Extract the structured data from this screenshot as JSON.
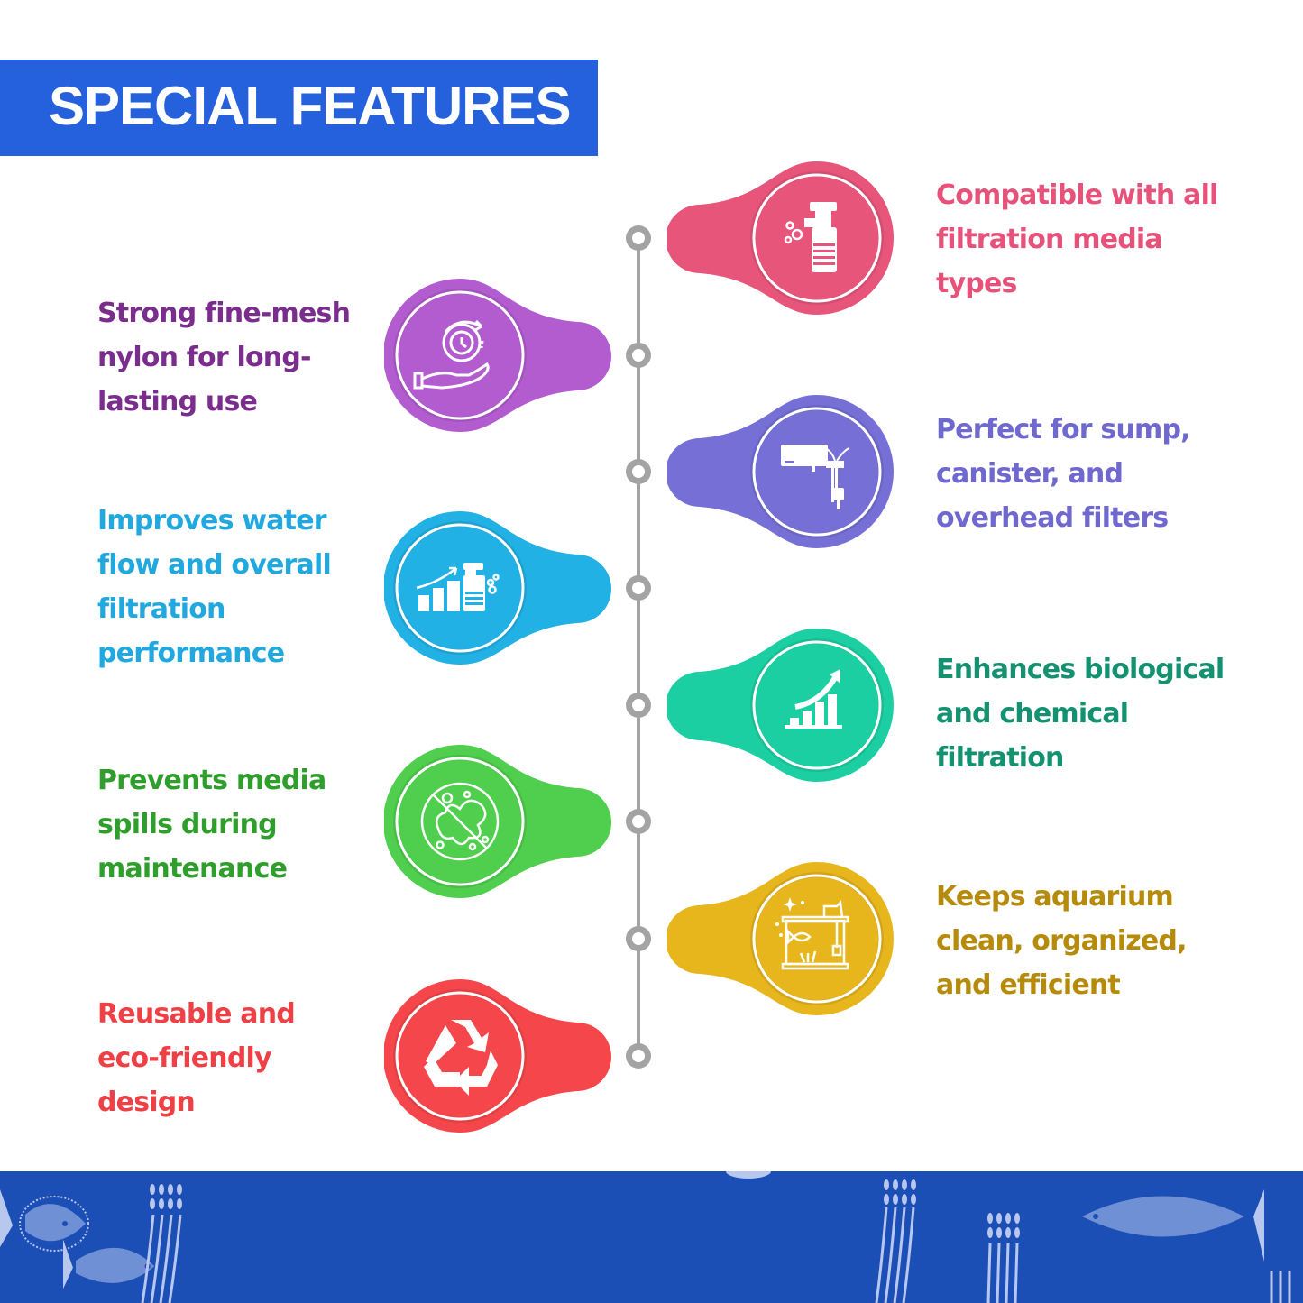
{
  "header": {
    "title": "SPECIAL FEATURES",
    "bg_color": "#2561dd"
  },
  "features": [
    {
      "side": "right",
      "text": "Compatible with all filtration media types",
      "lines": [
        "Compatible with all",
        "filtration media",
        "types"
      ],
      "color": "#e8557a",
      "text_color": "#e6527a",
      "icon": "filter-pump-icon"
    },
    {
      "side": "left",
      "text": "Strong fine-mesh nylon for long-lasting use",
      "lines": [
        "Strong fine-mesh",
        "nylon for long-",
        "lasting use"
      ],
      "color": "#b25ccf",
      "text_color": "#7b2d8e",
      "icon": "hand-clock-durability-icon"
    },
    {
      "side": "right",
      "text": "Perfect for sump, canister, and overhead filters",
      "lines": [
        "Perfect for sump,",
        "canister, and",
        "overhead filters"
      ],
      "color": "#7670d6",
      "text_color": "#6f68cf",
      "icon": "overhead-filter-icon"
    },
    {
      "side": "left",
      "text": "Improves water flow and overall filtration performance",
      "lines": [
        "Improves water",
        "flow and overall",
        "filtration",
        "performance"
      ],
      "color": "#21b1e5",
      "text_color": "#21a9df",
      "icon": "growth-filter-icon"
    },
    {
      "side": "right",
      "text": "Enhances biological and chemical filtration",
      "lines": [
        "Enhances biological",
        "and chemical",
        "filtration"
      ],
      "color": "#1ccfa2",
      "text_color": "#149170",
      "icon": "growth-chart-icon"
    },
    {
      "side": "left",
      "text": "Prevents media spills during maintenance",
      "lines": [
        "Prevents media",
        "spills during",
        "maintenance"
      ],
      "color": "#4fcf4d",
      "text_color": "#2f9e2c",
      "icon": "no-spill-icon"
    },
    {
      "side": "right",
      "text": "Keeps aquarium clean, organized, and efficient",
      "lines": [
        "Keeps aquarium",
        "clean, organized,",
        "and efficient"
      ],
      "color": "#e7b51c",
      "text_color": "#b68b0a",
      "icon": "clean-aquarium-icon"
    },
    {
      "side": "left",
      "text": "Reusable and eco-friendly design",
      "lines": [
        "Reusable and",
        "eco-friendly",
        "design"
      ],
      "color": "#f5474b",
      "text_color": "#ef4046",
      "icon": "recycle-icon"
    }
  ],
  "timeline": {
    "color": "#a3a3a3",
    "node_count": 8
  },
  "footer": {
    "bg_color": "#1b4fb5",
    "decoration": "fish-and-seaweed-pattern"
  }
}
